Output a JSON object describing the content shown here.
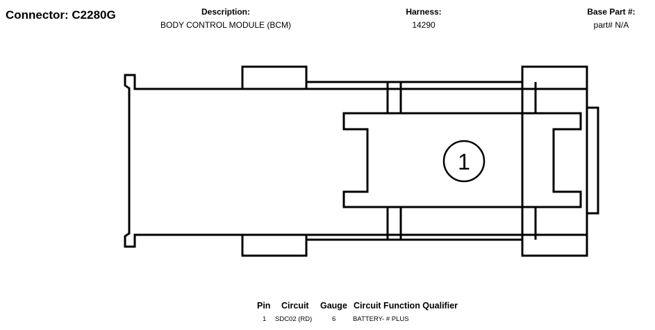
{
  "connector": {
    "title": "Connector: C2280G"
  },
  "description": {
    "header": "Description:",
    "value": "BODY CONTROL MODULE (BCM)"
  },
  "harness": {
    "header": "Harness:",
    "value": "14290"
  },
  "base_part": {
    "header": "Base Part #:",
    "value": "part# N/A"
  },
  "diagram": {
    "pin_label": "1"
  },
  "pin_table": {
    "headers": {
      "pin": "Pin",
      "circuit": "Circuit",
      "gauge": "Gauge",
      "function": "Circuit Function Qualifier"
    },
    "rows": [
      {
        "pin": "1",
        "circuit": "SDC02 (RD)",
        "gauge": "6",
        "function": "BATTERY- # PLUS"
      }
    ]
  }
}
